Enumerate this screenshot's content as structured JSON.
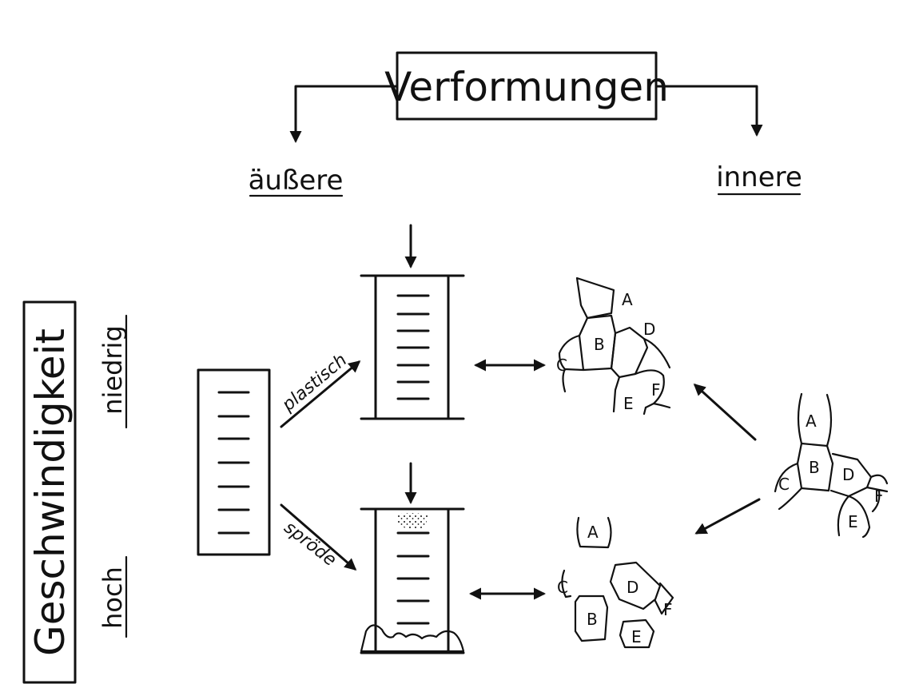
{
  "title": "Verformungen",
  "branches": {
    "outer": "äußere",
    "inner": "innere"
  },
  "axis": {
    "title": "Geschwindigkeit",
    "low": "niedrig",
    "high": "hoch"
  },
  "arrows": {
    "plastic": "plastisch",
    "brittle": "spröde"
  },
  "grain_labels": [
    "A",
    "B",
    "C",
    "D",
    "E",
    "F"
  ]
}
